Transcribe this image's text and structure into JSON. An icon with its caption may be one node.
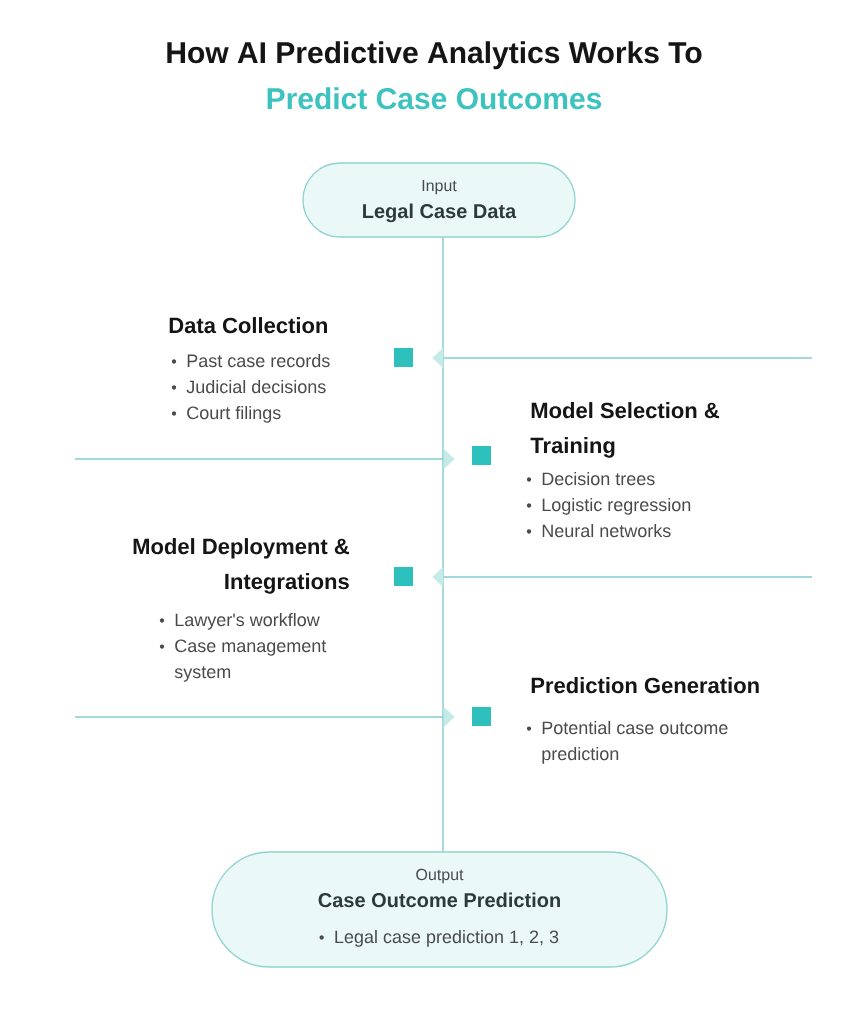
{
  "diagram": {
    "title": "How AI Predictive Analytics Works To",
    "nodes": [
      {
        "text": [
          "Input",
          "Legal Case Data"
        ]
      },
      {
        "text": [
          "Data Collection",
          "Past case records",
          "Judicial decisions",
          "Court filings"
        ]
      },
      {
        "text": [
          "Model Selection & Training",
          "Decision trees",
          "Logistic regression",
          "Neural networks"
        ]
      },
      {
        "text": [
          "Model Deployment & Integrations",
          "Lawyer's workflow",
          "Case management system"
        ]
      },
      {
        "text": [
          "Prediction Generation",
          "Potential case outcome prediction"
        ]
      },
      {
        "text": [
          "Output",
          "Case Outcome Prediction",
          "Legal case prediction 1, 2, 3"
        ]
      }
    ],
    "edges": [
      {
        "from": 0,
        "to": 5,
        "arrow": "none"
      },
      {
        "from": null,
        "to": 1,
        "arrow": "to"
      },
      {
        "from": null,
        "to": 2,
        "arrow": "to"
      },
      {
        "from": null,
        "to": 3,
        "arrow": "to"
      },
      {
        "from": null,
        "to": 4,
        "arrow": "to"
      }
    ],
    "labels": [
      "Predict Case Outcomes"
    ]
  }
}
